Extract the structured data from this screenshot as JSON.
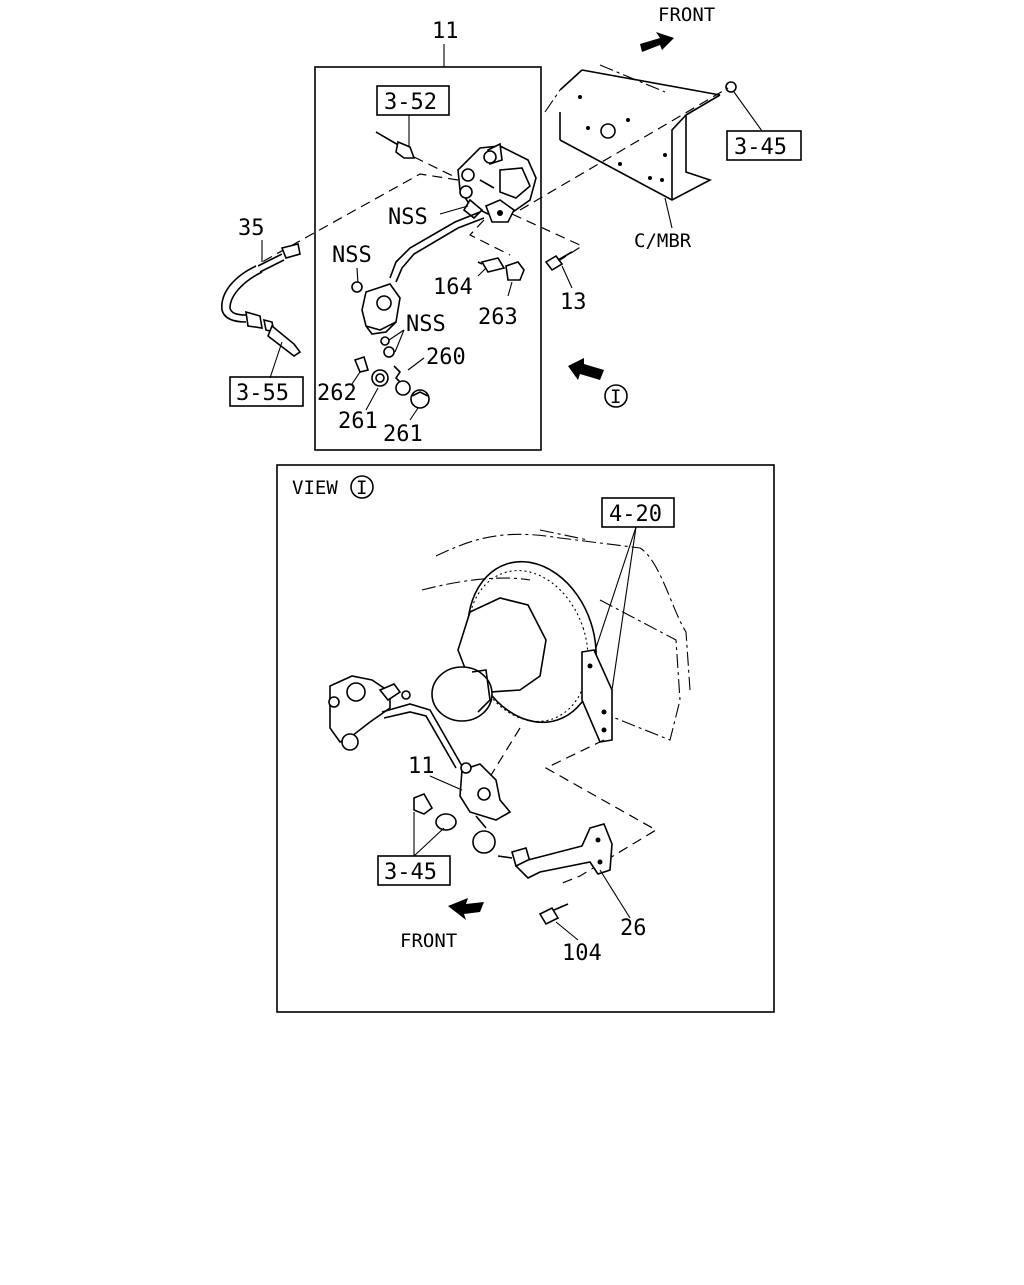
{
  "upper": {
    "front": "FRONT",
    "callout_11": "11",
    "ref_3_52": "3-52",
    "ref_3_45": "3-45",
    "ref_3_55": "3-55",
    "cmbr": "C/MBR",
    "nss_a": "NSS",
    "nss_b": "NSS",
    "nss_c": "NSS",
    "p35": "35",
    "p164": "164",
    "p263": "263",
    "p13": "13",
    "p260": "260",
    "p262": "262",
    "p261a": "261",
    "p261b": "261",
    "view_marker": "I"
  },
  "view": {
    "title": "VIEW",
    "marker": "I",
    "ref_4_20": "4-20",
    "p11": "11",
    "ref_3_45": "3-45",
    "front": "FRONT",
    "p26": "26",
    "p104": "104"
  }
}
